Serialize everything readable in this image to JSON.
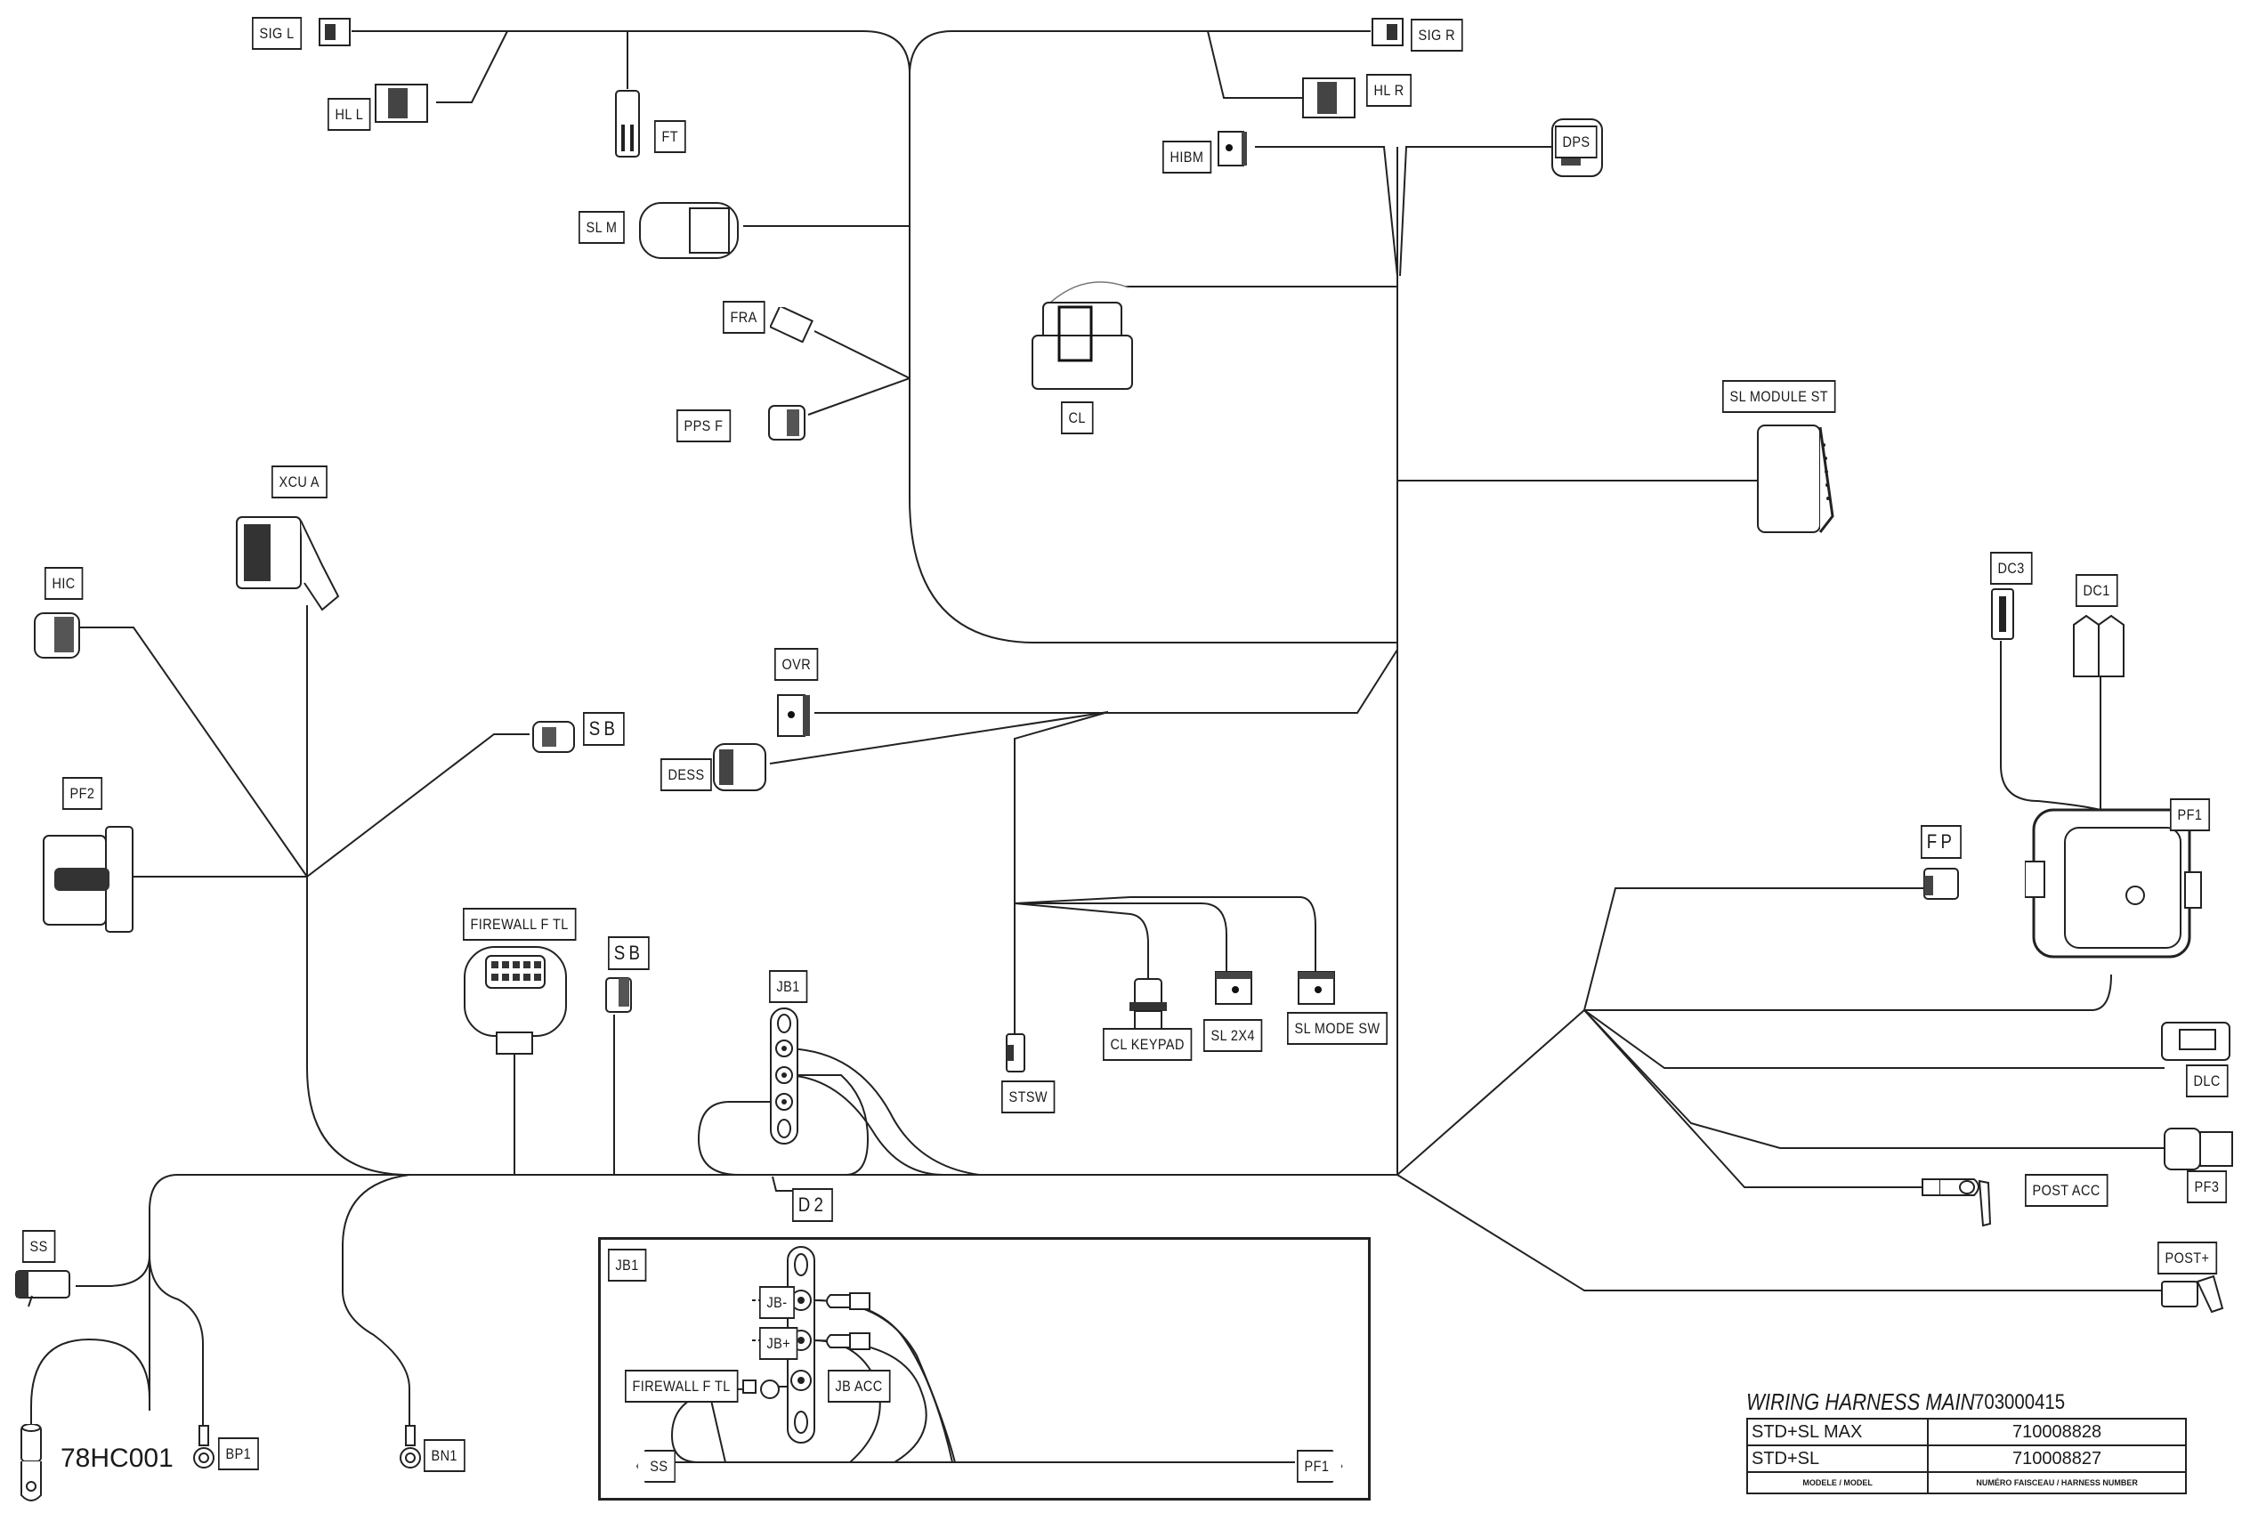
{
  "diagram": {
    "title": "WIRING HARNESS  MAIN",
    "part_number": "703000415",
    "drawing_id": "78HC001",
    "title_block": {
      "rows": [
        {
          "model": "STD+SL MAX",
          "harness_number": "710008828"
        },
        {
          "model": "STD+SL",
          "harness_number": "710008827"
        }
      ],
      "header": {
        "model": "MODELE / MODEL",
        "harness_number": "NUMÉRO FAISCEAU / HARNESS NUMBER"
      }
    },
    "connectors": {
      "sig_l": "SIG L",
      "hl_l": "HL L",
      "ft": "FT",
      "sl_m": "SL M",
      "fra": "FRA",
      "pps_f": "PPS F",
      "sig_r": "SIG R",
      "hl_r": "HL R",
      "hibm": "HIBM",
      "dps": "DPS",
      "cl": "CL",
      "sl_module_st": "SL MODULE ST",
      "xcu_a": "XCU A",
      "hic": "HIC",
      "sb_upper": "SB",
      "pf2": "PF2",
      "ovr": "OVR",
      "dess": "DESS",
      "dc3": "DC3",
      "dc1": "DC1",
      "pf1": "PF1",
      "fp": "FP",
      "firewall_f_tl": "FIREWALL F TL",
      "sb_lower": "SB",
      "jb1": "JB1",
      "stsw": "STSW",
      "cl_keypad": "CL KEYPAD",
      "sl_2x4": "SL 2X4",
      "sl_mode_sw": "SL MODE SW",
      "dlc": "DLC",
      "pf3": "PF3",
      "post_acc": "POST ACC",
      "post_plus": "POST+",
      "d2": "D2",
      "ss": "SS",
      "bp1": "BP1",
      "bn1": "BN1"
    },
    "inset": {
      "title": "JB1",
      "jb_minus": "JB-",
      "jb_plus": "JB+",
      "jb_acc": "JB ACC",
      "firewall_f_tl": "FIREWALL F TL",
      "ss": "SS",
      "pf1": "PF1"
    }
  }
}
